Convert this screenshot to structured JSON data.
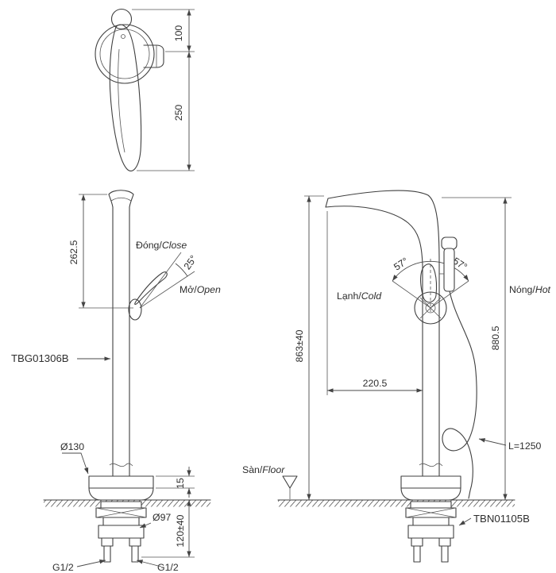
{
  "colors": {
    "line": "#3f3f3f",
    "dim_line": "#4a4a4a",
    "text": "#2e2e2e",
    "background": "#ffffff"
  },
  "labels": {
    "dim100": "100",
    "dim250": "250",
    "dim262": "262.5",
    "angle25": "25°",
    "close_vi": "Đóng/",
    "close_en": "Close",
    "open_vi": "Mở/",
    "open_en": "Open",
    "model_left": "TBG01306B",
    "dia130": "Ø130",
    "dim15": "15",
    "dia97": "Ø97",
    "dim120": "120±40",
    "g12_left": "G1/2",
    "g12_right": "G1/2",
    "dim863": "863±40",
    "dim880": "880.5",
    "angle57_left": "57°",
    "angle57_right": "57°",
    "cold_vi": "Lạnh/",
    "cold_en": "Cold",
    "hot_vi": "Nóng/",
    "hot_en": "Hot",
    "dim220": "220.5",
    "floor_vi": "Sàn/",
    "floor_en": "Floor",
    "hose_length": "L=1250",
    "model_right": "TBN01105B"
  }
}
